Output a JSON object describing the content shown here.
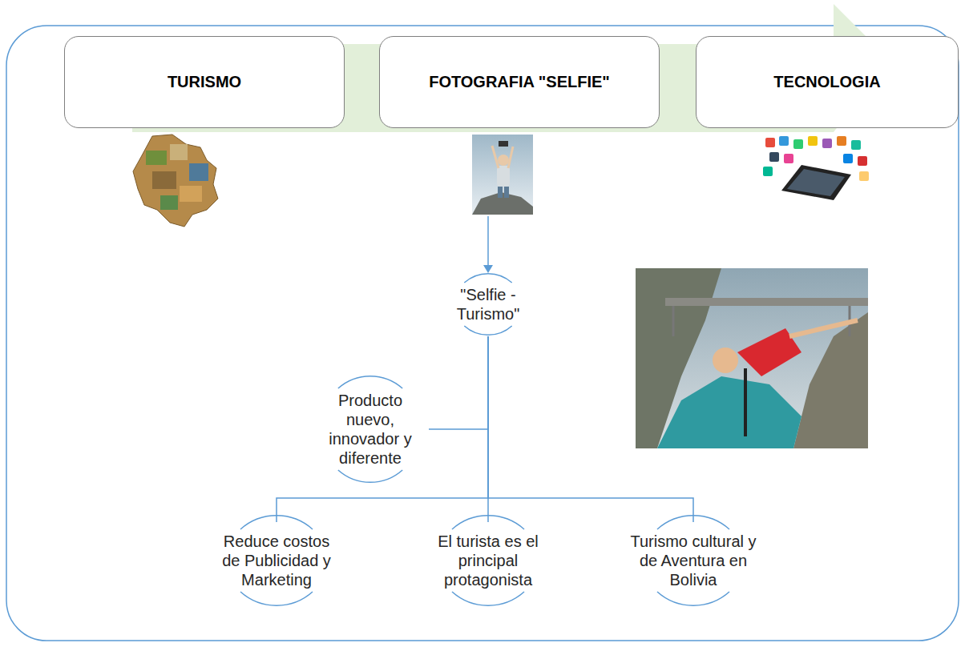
{
  "diagram": {
    "nodes": [
      {
        "text": [
          "TURISMO"
        ]
      },
      {
        "text": [
          "FOTOGRAFIA \"SELFIE\""
        ]
      },
      {
        "text": [
          "TECNOLOGIA"
        ]
      },
      {
        "text": [
          "\"Selfie - Turismo\""
        ]
      },
      {
        "text": [
          "Producto nuevo, innovador y diferente"
        ]
      },
      {
        "text": [
          "Reduce costos de Publicidad y Marketing"
        ]
      },
      {
        "text": [
          "El turista es el principal protagonista"
        ]
      },
      {
        "text": [
          "Turismo cultural y de Aventura en Bolivia"
        ]
      }
    ],
    "edges": [
      {
        "from": 3,
        "to": 4,
        "arrow": "none"
      },
      {
        "from": 3,
        "to": 5,
        "arrow": "none"
      },
      {
        "from": 3,
        "to": 6,
        "arrow": "none"
      },
      {
        "from": 3,
        "to": 7,
        "arrow": "none"
      }
    ]
  }
}
